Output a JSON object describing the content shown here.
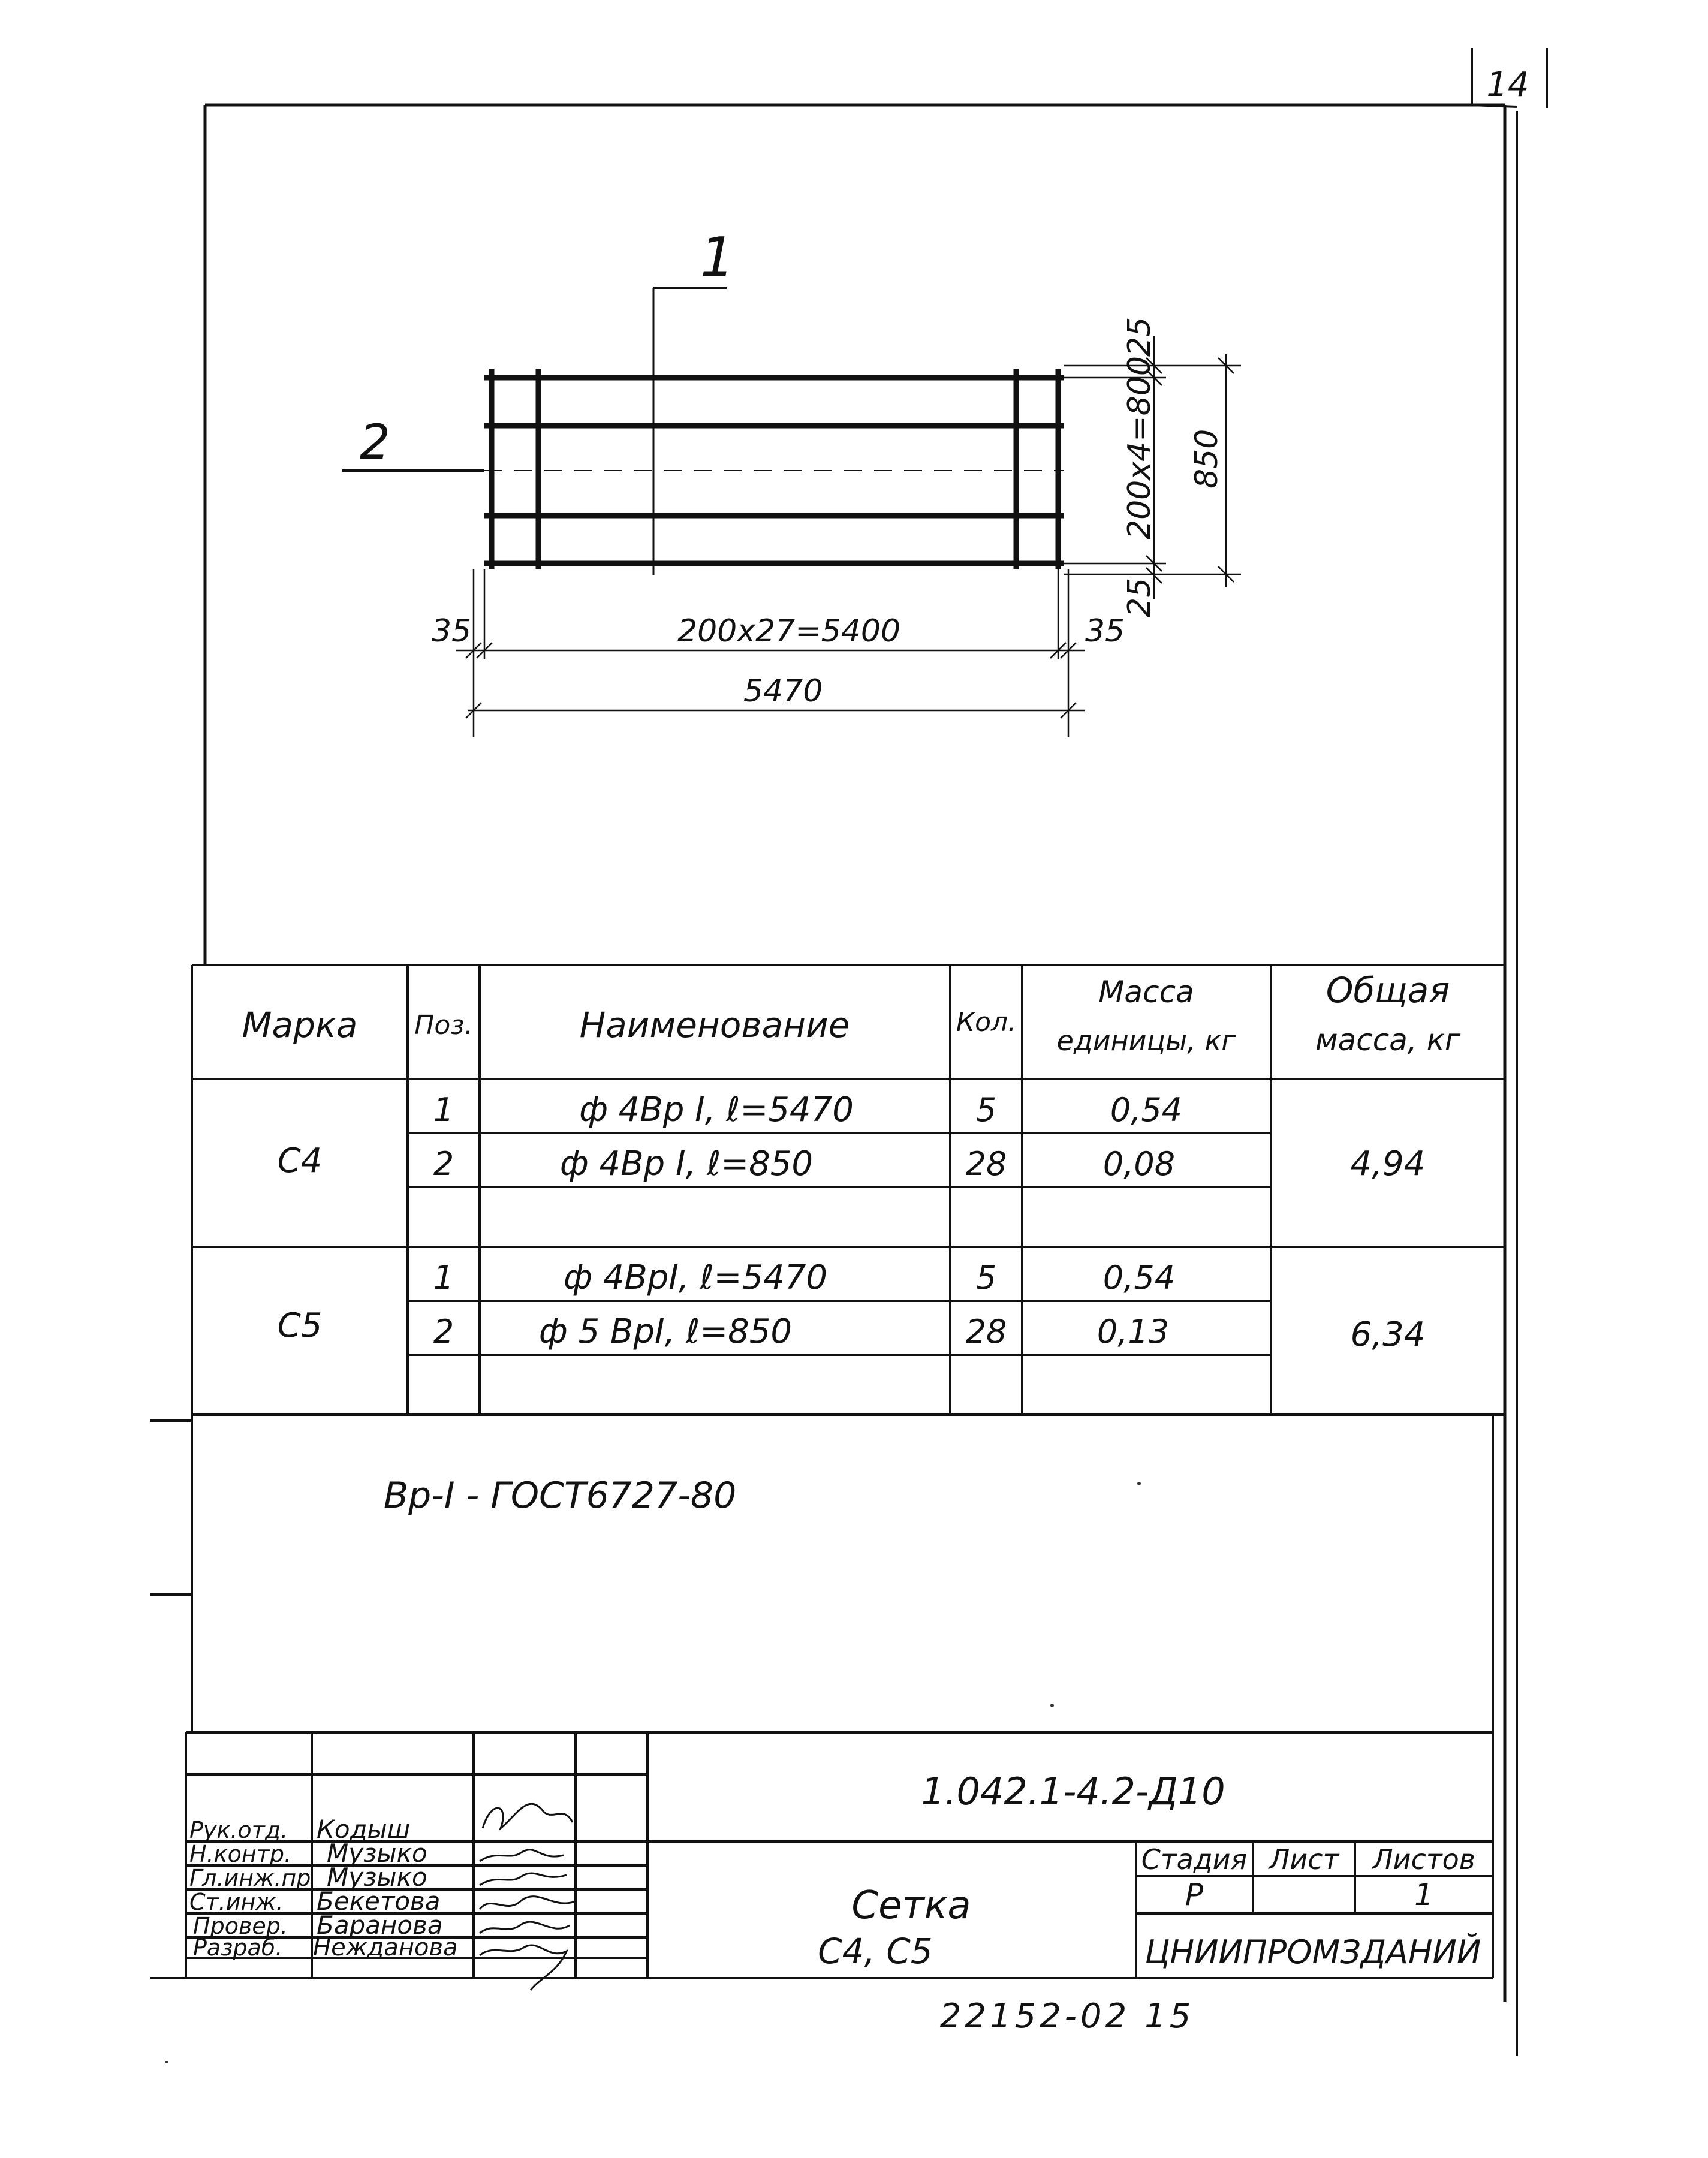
{
  "sheet_number": "14",
  "drawing": {
    "section_1": "1",
    "section_2": "2",
    "dim_top": "25",
    "dim_inner_v": "200x4=800",
    "dim_total_v": "850",
    "dim_bottom": "25",
    "dim_left": "35",
    "dim_inner_h": "200x27=5400",
    "dim_right": "35",
    "dim_total_h": "5470"
  },
  "spec_table": {
    "headers": {
      "mark": "Марка",
      "pos": "Поз.",
      "name": "Наименование",
      "qty": "Кол.",
      "unit_mass": [
        "Масса",
        "единицы, кг"
      ],
      "total_mass": [
        "Общая",
        "масса, кг"
      ]
    },
    "groups": [
      {
        "mark": "С4",
        "total_mass": "4,94",
        "rows": [
          {
            "pos": "1",
            "name": "ф 4Вр I, ℓ=5470",
            "qty": "5",
            "unit_mass": "0,54"
          },
          {
            "pos": "2",
            "name": "ф 4Вр I, ℓ=850",
            "qty": "28",
            "unit_mass": "0,08"
          }
        ]
      },
      {
        "mark": "С5",
        "total_mass": "6,34",
        "rows": [
          {
            "pos": "1",
            "name": "ф 4ВрI, ℓ=5470",
            "qty": "5",
            "unit_mass": "0,54"
          },
          {
            "pos": "2",
            "name": "ф 5 ВрI, ℓ=850",
            "qty": "28",
            "unit_mass": "0,13"
          }
        ]
      }
    ]
  },
  "note": "Вр-I - ГОСТ6727-80",
  "title_block": {
    "doc_code": "1.042.1-4.2-Д10",
    "title_line1": "Сетка",
    "title_line2": "С4, С5",
    "stage_label": "Стадия",
    "sheet_label": "Лист",
    "sheets_label": "Листов",
    "stage_value": "Р",
    "sheet_value": "",
    "sheets_value": "1",
    "organization": "ЦНИИПРОМЗДАНИЙ",
    "people": [
      {
        "role": "Рук.отд.",
        "name": "Кодыш"
      },
      {
        "role": "Н.контр.",
        "name": "Музыко"
      },
      {
        "role": "Гл.инж.пр",
        "name": "Музыко"
      },
      {
        "role": "Ст.инж.",
        "name": "Бекетова"
      },
      {
        "role": "Провер.",
        "name": "Баранова"
      },
      {
        "role": "Разраб.",
        "name": "Нежданова"
      }
    ]
  },
  "footer_number": "22152-02 15"
}
